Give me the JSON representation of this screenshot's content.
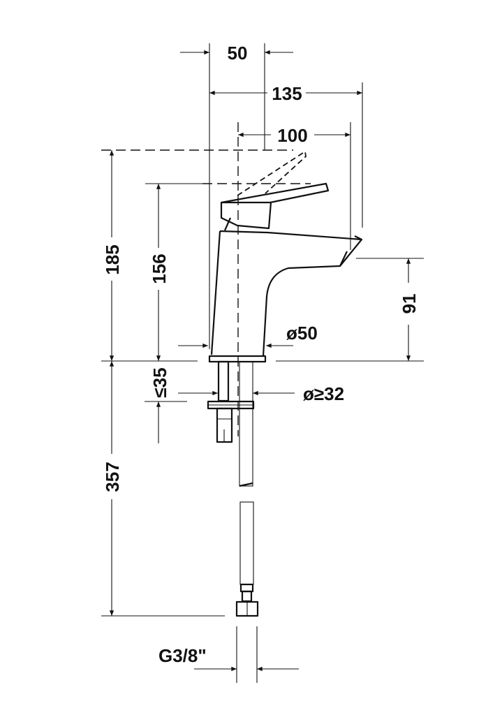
{
  "title": "Faucet dimension drawing",
  "dimensions": {
    "handle_offset": "50",
    "overall_depth": "135",
    "spout_reach": "100",
    "height_lever_raised": "185",
    "height_total": "156",
    "spout_height": "91",
    "base_diameter": "ø50",
    "max_deck_thickness": "≤35",
    "hole_diameter": "ø≥32",
    "hose_length": "357",
    "connection_thread": "G3/8\""
  },
  "colors": {
    "line": "#111111",
    "background": "#ffffff"
  }
}
